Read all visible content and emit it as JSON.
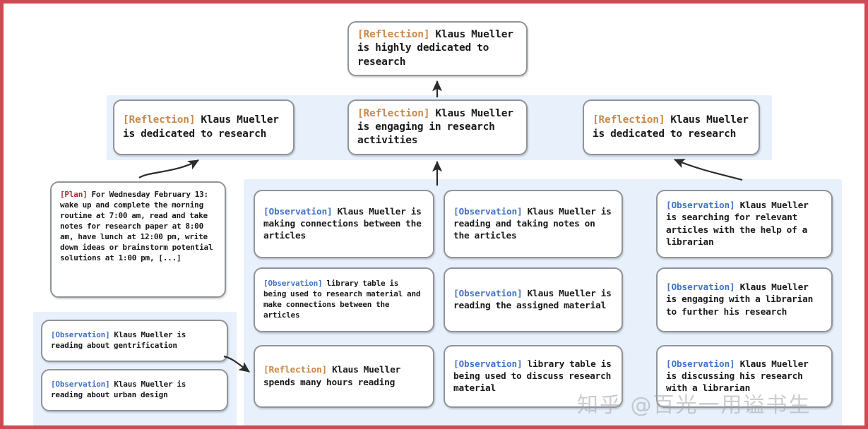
{
  "diagram": {
    "title": "Reflection tree for Klaus Mueller",
    "tags": {
      "reflection": "[Reflection]",
      "observation": "[Observation]",
      "plan": "[Plan]"
    },
    "colors": {
      "frame": "#cf4a55",
      "panel": "#e8f0fb",
      "node_border": "#8f9499",
      "reflection_tag": "#c98a4b",
      "observation_tag": "#4472c4",
      "plan_tag": "#9e2b33",
      "body_text": "#1a1a1a"
    },
    "root": {
      "tag": "[Reflection]",
      "text": " Klaus Mueller is highly dedicated to research"
    },
    "reflections": [
      {
        "tag": "[Reflection]",
        "text": " Klaus Mueller is dedicated to research"
      },
      {
        "tag": "[Reflection]",
        "text": " Klaus Mueller is engaging in research activities"
      },
      {
        "tag": "[Reflection]",
        "text": " Klaus Mueller is dedicated to research"
      }
    ],
    "plan": {
      "tag": "[Plan]",
      "text": " For Wednesday February 13: wake up and complete the morning routine at 7:00 am, read and take notes for research paper at 8:00 am, have lunch at 12:00 pm, write down ideas or brainstorm potential solutions at 1:00 pm, [...]"
    },
    "left_observations": [
      {
        "tag": "[Observation]",
        "text": " Klaus Mueller is reading about gentrification"
      },
      {
        "tag": "[Observation]",
        "text": " Klaus Mueller is reading about urban design"
      }
    ],
    "column_1": [
      {
        "tag": "[Observation]",
        "text": " Klaus Mueller is making connections between the articles"
      },
      {
        "tag": "[Observation]",
        "text": " library table is being used to research material and make connections between the articles"
      },
      {
        "tag": "[Reflection]",
        "text": " Klaus Mueller spends many hours reading"
      }
    ],
    "column_2": [
      {
        "tag": "[Observation]",
        "text": " Klaus Mueller is reading and taking notes on the articles"
      },
      {
        "tag": "[Observation]",
        "text": " Klaus Mueller is reading the assigned material"
      },
      {
        "tag": "[Observation]",
        "text": " library table is being used to discuss research material"
      }
    ],
    "column_3": [
      {
        "tag": "[Observation]",
        "text": " Klaus Mueller is searching for relevant articles with the help of a librarian"
      },
      {
        "tag": "[Observation]",
        "text": " Klaus Mueller is engaging with a librarian to further his research"
      },
      {
        "tag": "[Observation]",
        "text": " Klaus Mueller is discussing his research with a librarian"
      }
    ],
    "watermark": "知乎 @百光一用谥书生"
  }
}
